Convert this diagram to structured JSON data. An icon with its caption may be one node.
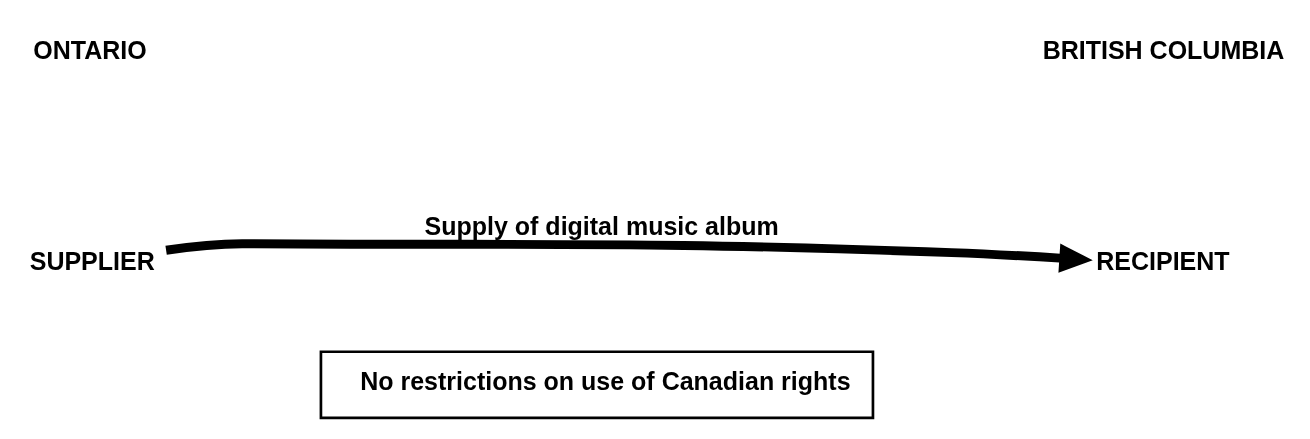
{
  "diagram": {
    "nodes": [
      {
        "text": [
          "SUPPLIER"
        ]
      },
      {
        "text": [
          "RECIPIENT"
        ]
      },
      {
        "text": [
          "No restrictions on use of Canadian rights"
        ]
      }
    ],
    "edges": [
      {
        "from": 0,
        "to": 1,
        "arrow": "to",
        "label": "Supply of digital music album"
      }
    ],
    "labels": [
      "ONTARIO",
      "BRITISH COLUMBIA"
    ]
  }
}
